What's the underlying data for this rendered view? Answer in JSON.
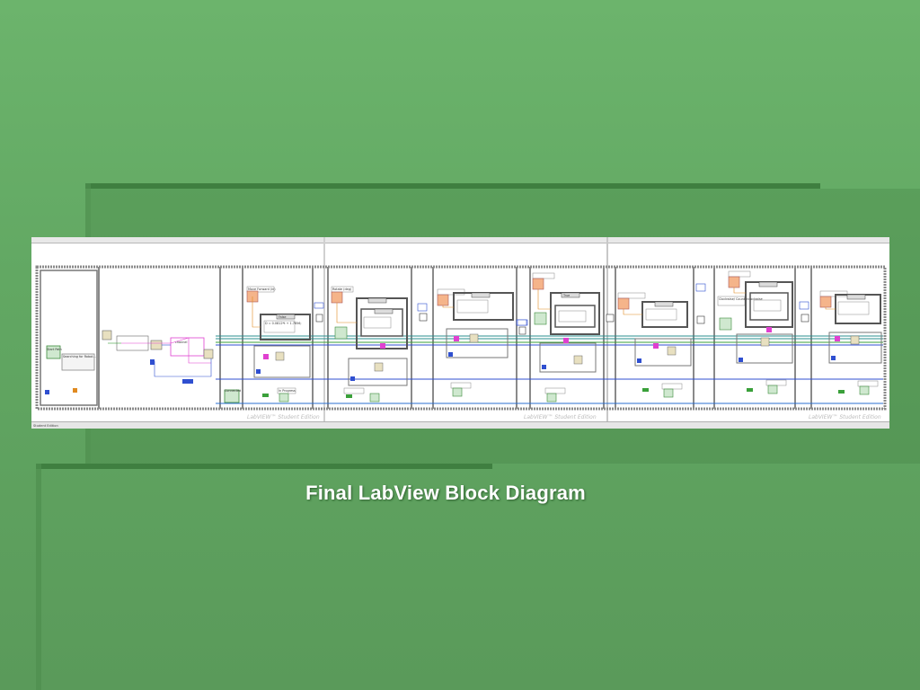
{
  "slide": {
    "title": "Final LabView Block Diagram"
  },
  "diagram": {
    "watermark_line1": "LabVIEW™ Student Edition",
    "frame_labels": [
      "Student Edition"
    ],
    "case_false": "False",
    "case_true": "True",
    "labels": {
      "start_path": "Start Path",
      "searching": "Searching for Robot...",
      "channel": "channel",
      "move_forward": "Move Forward (in)",
      "rotate": "Rotate (deg)",
      "in_progress": "In Progress",
      "connected": "Connected",
      "clockwise": "Clockwise/ Counterclockwise",
      "formula": "D = 0.0812*t + 1.7656;"
    }
  },
  "colors": {
    "background": "#62a863",
    "accent_bar": "#3f7f40",
    "title": "#ffffff",
    "wire_teal": "#2a8f8f",
    "wire_blue": "#2f4fd0",
    "wire_pink": "#e040d0",
    "wire_orange": "#e08a20",
    "wire_green": "#3aa03a"
  }
}
